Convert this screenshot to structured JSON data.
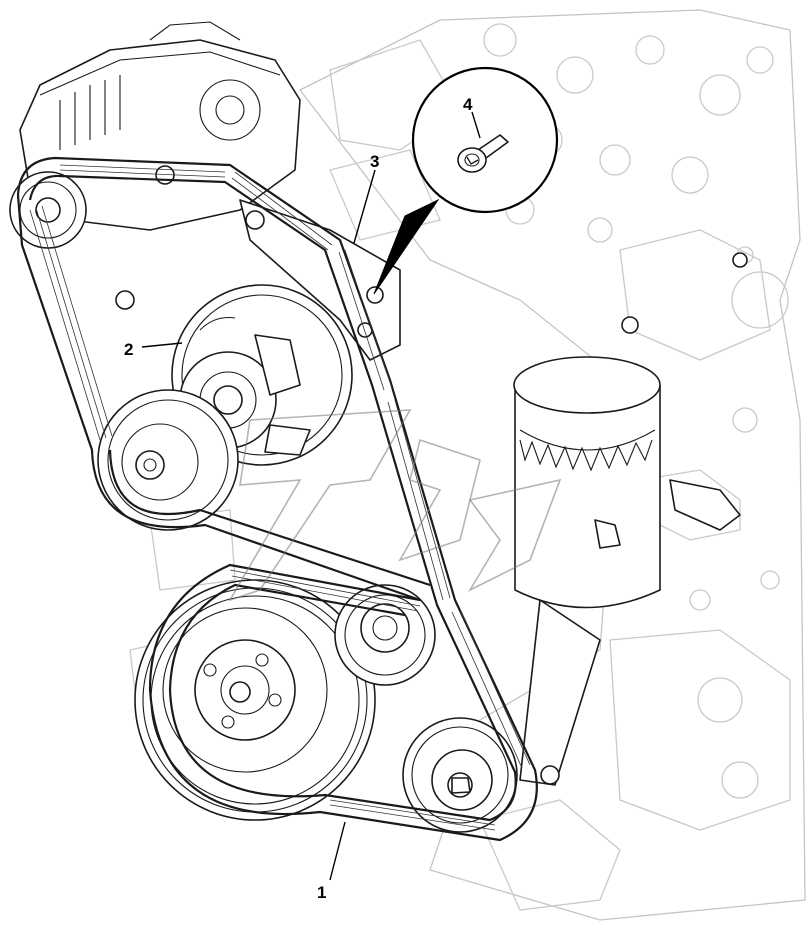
{
  "callouts": {
    "belt": "1",
    "pulley": "2",
    "tensioner": "3",
    "bolt": "4"
  },
  "colors": {
    "line": "#1a1a1a",
    "ghost": "#c9c9c9",
    "background": "#ffffff"
  }
}
